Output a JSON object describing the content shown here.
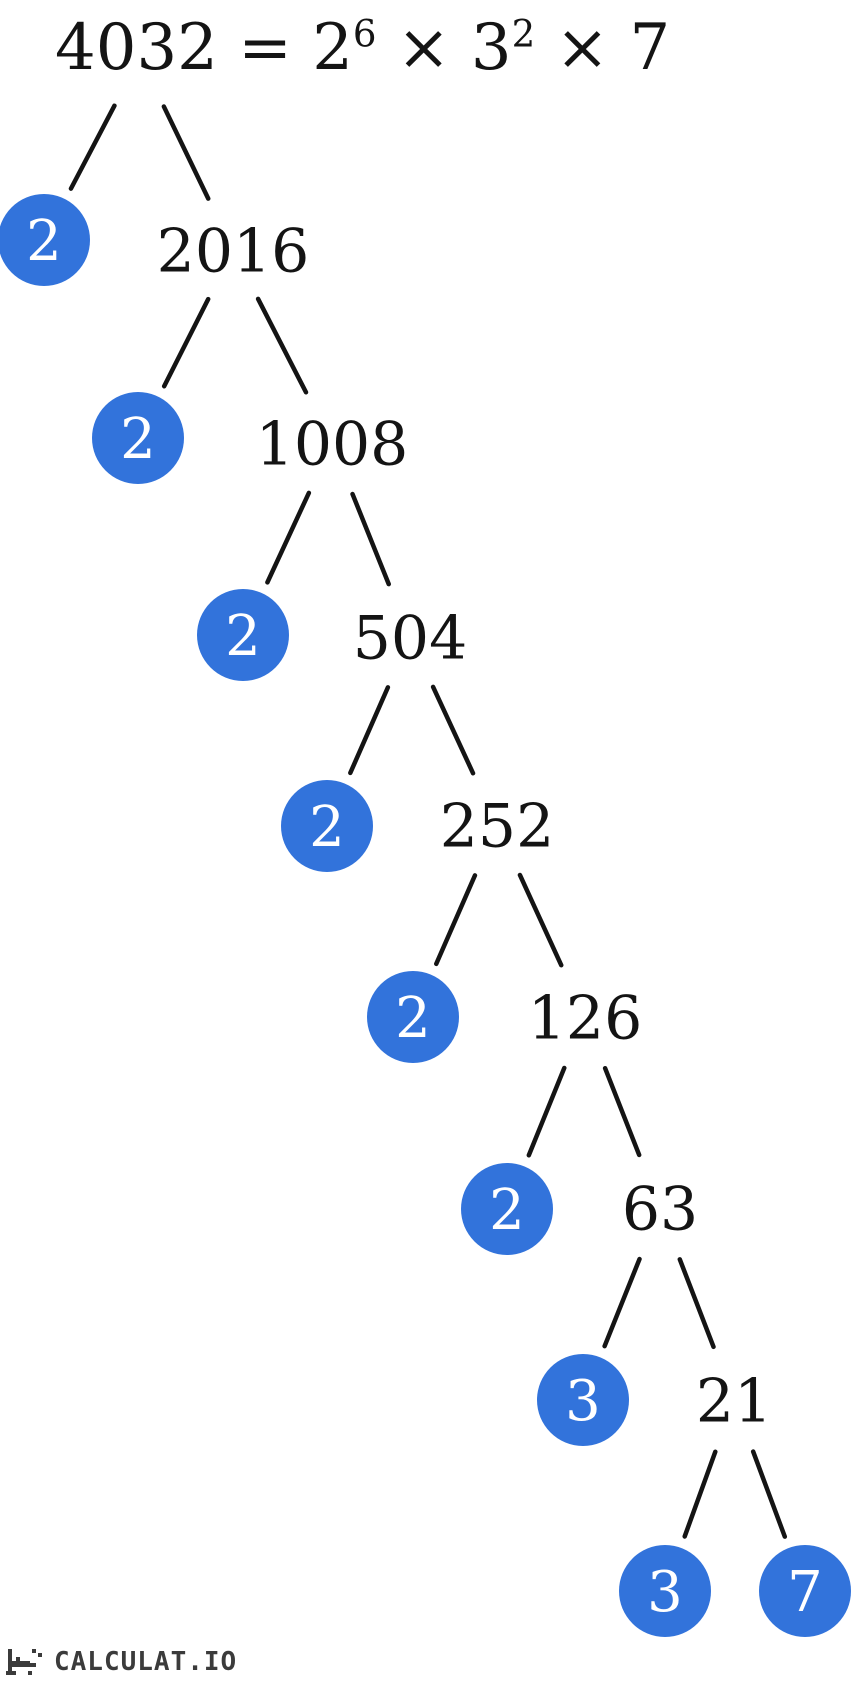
{
  "title": {
    "seg1": "4032 = 2",
    "sup1": "6",
    "seg2": " × 3",
    "sup2": "2",
    "seg3": " × 7",
    "plain": "4032 = 2⁶ × 3² × 7"
  },
  "tree": {
    "root": "4032",
    "levels": [
      {
        "prime": "2",
        "composite": "2016"
      },
      {
        "prime": "2",
        "composite": "1008"
      },
      {
        "prime": "2",
        "composite": "504"
      },
      {
        "prime": "2",
        "composite": "252"
      },
      {
        "prime": "2",
        "composite": "126"
      },
      {
        "prime": "2",
        "composite": "63"
      },
      {
        "prime": "3",
        "composite": "21"
      },
      {
        "prime": "3",
        "prime2": "7"
      }
    ]
  },
  "colors": {
    "node_fill": "#3273db",
    "node_text": "#ffffff",
    "line": "#141414",
    "number_text": "#141414",
    "background": "#ffffff",
    "watermark": "#3b3b3b"
  },
  "watermark": {
    "text": "CALCULAT.IO",
    "icon": "pixel-rocket-calculator-icon"
  }
}
